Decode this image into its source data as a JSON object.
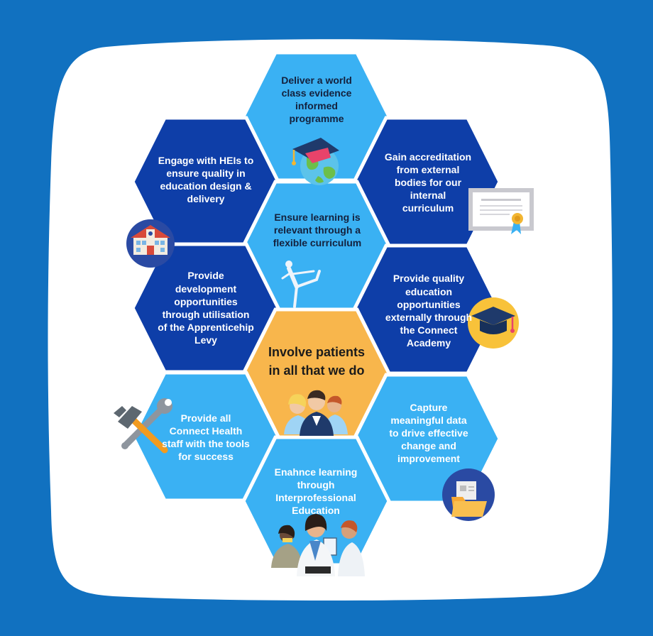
{
  "diagram": {
    "center": {
      "label": "Involve patients in all that we do",
      "icon": "patients-group-icon"
    },
    "hexagons": [
      {
        "id": "top",
        "label": "Deliver a world class evidence informed programme",
        "icon": "graduation-globe-icon"
      },
      {
        "id": "upper-left",
        "label": "Engage with HEIs to ensure quality in education design & delivery",
        "icon": "university-building-icon"
      },
      {
        "id": "upper-right",
        "label": "Gain accreditation from external bodies for our internal curriculum",
        "icon": "certificate-icon"
      },
      {
        "id": "inner-top",
        "label": "Ensure learning is relevant through a flexible curriculum",
        "icon": "dancer-icon"
      },
      {
        "id": "middle-left",
        "label": "Provide development opportunities through utilisation of the Apprenticehip Levy",
        "icon": ""
      },
      {
        "id": "middle-right",
        "label": "Provide quality education opportunities externally through the Connect Academy",
        "icon": "mortarboard-icon"
      },
      {
        "id": "lower-left",
        "label": "Provide all Connect Health staff with the tools for success",
        "icon": "hammer-wrench-icon"
      },
      {
        "id": "lower-right",
        "label": "Capture meaningful data to drive effective change and improvement",
        "icon": "folder-document-icon"
      },
      {
        "id": "bottom",
        "label": "Enahnce learning through Interprofessional Education",
        "icon": "healthcare-team-icon"
      }
    ]
  },
  "colors": {
    "background": "#1171c0",
    "card": "#ffffff",
    "hex_light": "#3ab1f3",
    "hex_dark": "#0e3ea8",
    "hex_center": "#f8b64c"
  }
}
